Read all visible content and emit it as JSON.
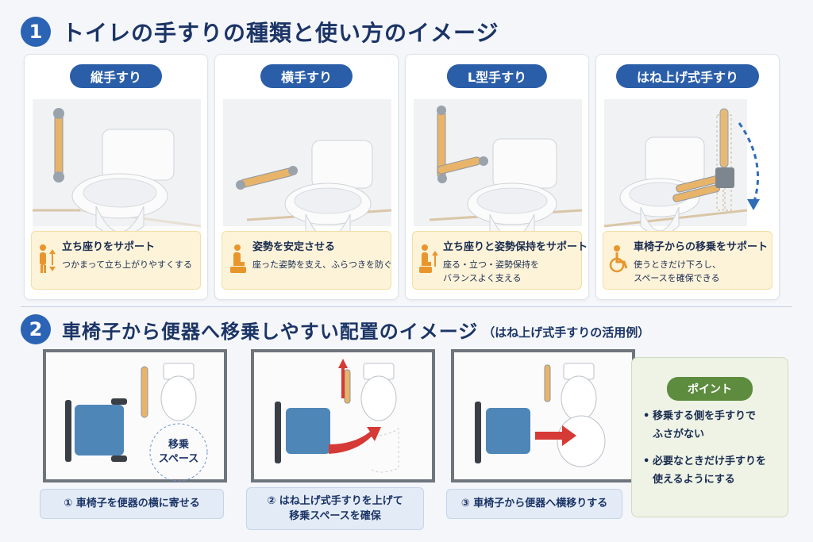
{
  "section1": {
    "number": "1",
    "title": "トイレの手すりの種類と使い方のイメージ"
  },
  "section2": {
    "number": "2",
    "title": "車椅子から便器へ移乗しやすい配置のイメージ",
    "subtitle": "（はね上げ式手すりの活用例）"
  },
  "cards": [
    {
      "label": "縦手すり",
      "note_title": "立ち座りをサポート",
      "note_lines": [
        "つかまって立ち上がりやすくする"
      ],
      "icon": "up-down-person-icon"
    },
    {
      "label": "横手すり",
      "note_title": "姿勢を安定させる",
      "note_lines": [
        "座った姿勢を支え、ふらつきを防ぐ"
      ],
      "icon": "seated-person-icon"
    },
    {
      "label": "L型手すり",
      "note_title": "立ち座りと姿勢保持をサポート",
      "note_lines": [
        "座る・立つ・姿勢保持を",
        "バランスよく支える"
      ],
      "icon": "stand-sit-person-icon"
    },
    {
      "label": "はね上げ式手すり",
      "note_title": "車椅子からの移乗をサポート",
      "note_lines": [
        "使うときだけ下ろし、",
        "スペースを確保できる"
      ],
      "icon": "wheelchair-icon"
    }
  ],
  "plans": [
    {
      "space_label": [
        "移乗",
        "スペース"
      ],
      "step": [
        "① 車椅子を便器の横に寄せる"
      ]
    },
    {
      "step": [
        "② はね上げ式手すりを上げて",
        "移乗スペースを確保"
      ]
    },
    {
      "step": [
        "③ 車椅子から便器へ横移りする"
      ]
    }
  ],
  "point": {
    "label": "ポイント",
    "items": [
      [
        "移乗する側を手すりで",
        "ふさがない"
      ],
      [
        "必要なときだけ手すりを",
        "使えるようにする"
      ]
    ]
  },
  "colors": {
    "accent": "#2b5ea8",
    "rail": "#e8b46a",
    "wheelchair": "#4f86b8",
    "arrow": "#d63a36",
    "note_bg": "#fdf3d9",
    "point_green": "#5d8c3e"
  }
}
